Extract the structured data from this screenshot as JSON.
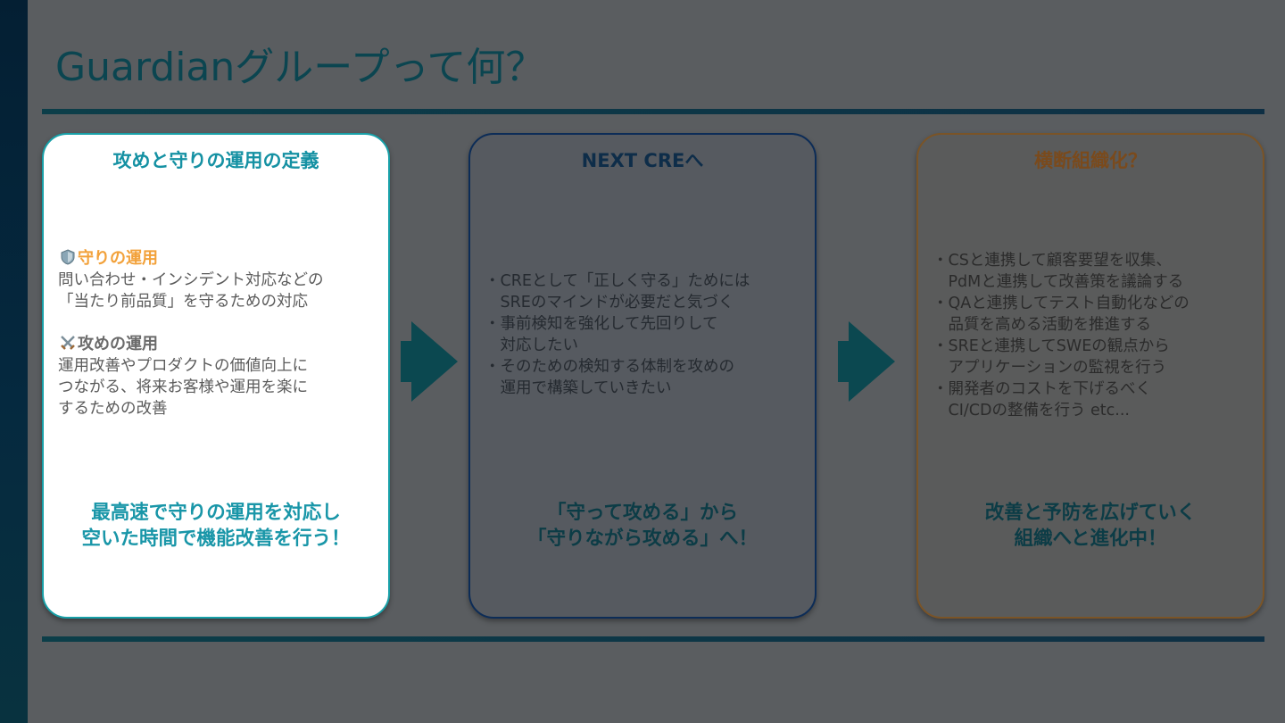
{
  "slide": {
    "title": "Guardianグループって何？"
  },
  "cards": [
    {
      "title": "攻めと守りの運用の定義",
      "sections": [
        {
          "icon": "shield-icon",
          "heading": "守りの運用",
          "lines": [
            "問い合わせ・インシデント対応などの",
            "「当たり前品質」を守るための対応"
          ]
        },
        {
          "icon": "crossed-swords-icon",
          "heading": "攻めの運用",
          "lines": [
            "運用改善やプロダクトの価値向上に",
            "つながる、将来お客様や運用を楽に",
            "するための改善"
          ]
        }
      ],
      "footer": [
        "最高速で守りの運用を対応し",
        "空いた時間で機能改善を行う！"
      ]
    },
    {
      "title": "NEXT CREへ",
      "lines": [
        "・CREとして「正しく守る」ためには",
        "　SREのマインドが必要だと気づく",
        "・事前検知を強化して先回りして",
        "　対応したい",
        "・そのための検知する体制を攻めの",
        "　運用で構築していきたい"
      ],
      "footer": [
        "「守って攻める」から",
        "「守りながら攻める」へ！"
      ]
    },
    {
      "title": "横断組織化？",
      "lines": [
        "・CSと連携して顧客要望を収集、",
        "　PdMと連携して改善策を議論する",
        "・QAと連携してテスト自動化などの",
        "　品質を高める活動を推進する",
        "・SREと連携してSWEの観点から",
        "　アプリケーションの監視を行う",
        "・開発者のコストを下げるべく",
        "　CI/CDの整備を行う etc..."
      ],
      "footer": [
        "改善と予防を広げていく",
        "組織へと進化中！"
      ]
    }
  ],
  "colors": {
    "accent_teal": "#1591a3",
    "defense_orange": "#f2a13a",
    "dark_navy": "#0c2c57",
    "brown": "#7a4a1c"
  }
}
